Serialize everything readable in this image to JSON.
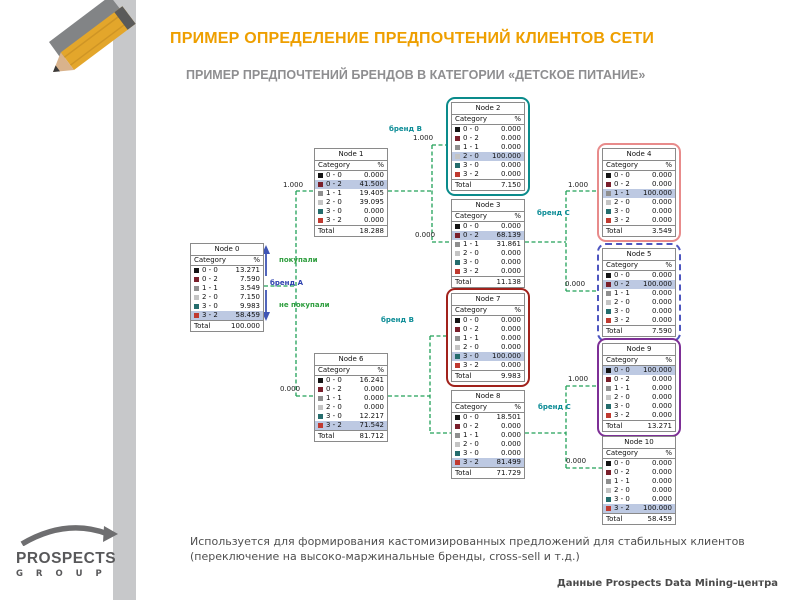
{
  "slide": {
    "title": "ПРИМЕР ОПРЕДЕЛЕНИЕ ПРЕДПОЧТЕНИЙ КЛИЕНТОВ СЕТИ",
    "subtitle": "ПРИМЕР ПРЕДПОЧТЕНИЙ БРЕНДОВ В КАТЕГОРИИ «ДЕТСКОЕ ПИТАНИЕ»",
    "note": "Используется для формирования кастомизированных предложений для стабильных клиентов (переключение на высоко-маржинальные бренды, cross-sell и т.д.)",
    "credit": "Данные Prospects Data Mining-центра",
    "title_color": "#EE9F00",
    "subtitle_color": "#8E8E90"
  },
  "logo": {
    "name": "PROSPECTS",
    "sub": "G R O U P"
  },
  "diagram": {
    "col_headers": [
      "Category",
      "%"
    ],
    "total_label": "Total",
    "categories": [
      "0 - 0",
      "0 - 2",
      "1 - 1",
      "2 - 0",
      "3 - 0",
      "3 - 2"
    ],
    "legend_colors": [
      "#141414",
      "#7a1f2b",
      "#8f8f8f",
      "#c4c4c4",
      "#256d6d",
      "#c03a30"
    ],
    "nodes": [
      {
        "id": 0,
        "title": "Node 0",
        "values": [
          "13.271",
          "7.590",
          "3.549",
          "7.150",
          "9.983",
          "58.459"
        ],
        "total": "100.000",
        "highlight": 5
      },
      {
        "id": 1,
        "title": "Node 1",
        "values": [
          "0.000",
          "41.500",
          "19.405",
          "39.095",
          "0.000",
          "0.000"
        ],
        "total": "18.288",
        "highlight": 1
      },
      {
        "id": 2,
        "title": "Node 2",
        "values": [
          "0.000",
          "0.000",
          "0.000",
          "100.000",
          "0.000",
          "0.000"
        ],
        "total": "7.150",
        "highlight": 3,
        "border": "teal"
      },
      {
        "id": 3,
        "title": "Node 3",
        "values": [
          "0.000",
          "68.139",
          "31.861",
          "0.000",
          "0.000",
          "0.000"
        ],
        "total": "11.138",
        "highlight": 1
      },
      {
        "id": 4,
        "title": "Node 4",
        "values": [
          "0.000",
          "0.000",
          "100.000",
          "0.000",
          "0.000",
          "0.000"
        ],
        "total": "3.549",
        "highlight": 2,
        "border": "pink"
      },
      {
        "id": 5,
        "title": "Node 5",
        "values": [
          "0.000",
          "100.000",
          "0.000",
          "0.000",
          "0.000",
          "0.000"
        ],
        "total": "7.590",
        "highlight": 1,
        "border": "blue-dashed"
      },
      {
        "id": 6,
        "title": "Node 6",
        "values": [
          "16.241",
          "0.000",
          "0.000",
          "0.000",
          "12.217",
          "71.542"
        ],
        "total": "81.712",
        "highlight": 5
      },
      {
        "id": 7,
        "title": "Node 7",
        "values": [
          "0.000",
          "0.000",
          "0.000",
          "0.000",
          "100.000",
          "0.000"
        ],
        "total": "9.983",
        "highlight": 4,
        "border": "darkred"
      },
      {
        "id": 8,
        "title": "Node 8",
        "values": [
          "18.501",
          "0.000",
          "0.000",
          "0.000",
          "0.000",
          "81.499"
        ],
        "total": "71.729",
        "highlight": 5
      },
      {
        "id": 9,
        "title": "Node 9",
        "values": [
          "100.000",
          "0.000",
          "0.000",
          "0.000",
          "0.000",
          "0.000"
        ],
        "total": "13.271",
        "highlight": 0,
        "border": "purple"
      },
      {
        "id": 10,
        "title": "Node 10",
        "values": [
          "0.000",
          "0.000",
          "0.000",
          "0.000",
          "0.000",
          "100.000"
        ],
        "total": "58.459",
        "highlight": 5
      }
    ],
    "edge_values": {
      "n0_n1": "1.000",
      "n0_n6": "0.000",
      "n1_n2": "1.000",
      "n1_n3": "0.000",
      "n3_n4": "1.000",
      "n3_n5": "0.000",
      "n8_n9": "1.000",
      "n8_n10": "0.000"
    },
    "branch_labels": {
      "brand_a": "бренд A",
      "brand_b_top": "бренд B",
      "brand_b_bottom": "бренд B",
      "brand_c_top": "бренд C",
      "brand_c_bottom": "бренд C",
      "bought": "покупали",
      "not_bought": "не покупали"
    }
  }
}
